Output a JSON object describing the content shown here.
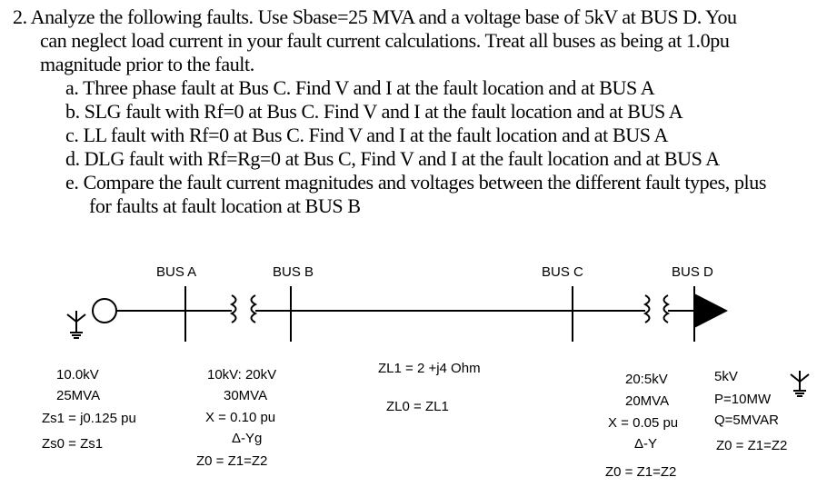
{
  "problem": {
    "number": "2.",
    "intro_line1": "Analyze the following faults.  Use Sbase=25 MVA and a voltage base of 5kV at BUS D. You",
    "intro_line2": "can neglect load current in your fault current calculations. Treat all buses as being at 1.0pu",
    "intro_line3": "magnitude prior to the fault.",
    "items": [
      "a. Three phase fault at Bus C.  Find V and I at the fault location and at BUS A",
      "b. SLG fault with Rf=0 at Bus C. Find V and I at the fault location and at BUS A",
      "c. LL fault with Rf=0 at Bus C. Find V and I at the fault location and at BUS A",
      "d. DLG fault with Rf=Rg=0 at Bus C, Find V and I at the fault location and at BUS A",
      "e. Compare the fault current magnitudes and voltages between the different fault types, plus"
    ],
    "item_e_line2": "for faults at fault location at BUS B"
  },
  "diagram": {
    "buses": [
      "BUS A",
      "BUS B",
      "BUS C",
      "BUS D"
    ],
    "generator": {
      "voltage": "10.0kV",
      "rating": "25MVA",
      "zs1": "Zs1 = j0.125 pu",
      "zs0": "Zs0 = Zs1"
    },
    "transformer1": {
      "voltages": "10kV: 20kV",
      "rating": "30MVA",
      "x": "X = 0.10 pu",
      "connection": "Δ-Yg",
      "z": "Z0 = Z1=Z2"
    },
    "line": {
      "zl1": "ZL1 = 2 +j4 Ohm",
      "zl0": "ZL0 = ZL1"
    },
    "transformer2": {
      "voltages": "20:5kV",
      "rating": "20MVA",
      "x": "X = 0.05 pu",
      "connection": "Δ-Y",
      "z": "Z0 = Z1=Z2"
    },
    "load": {
      "voltage": "5kV",
      "p": "P=10MW",
      "q": "Q=5MVAR",
      "z": "Z0 = Z1=Z2"
    }
  }
}
